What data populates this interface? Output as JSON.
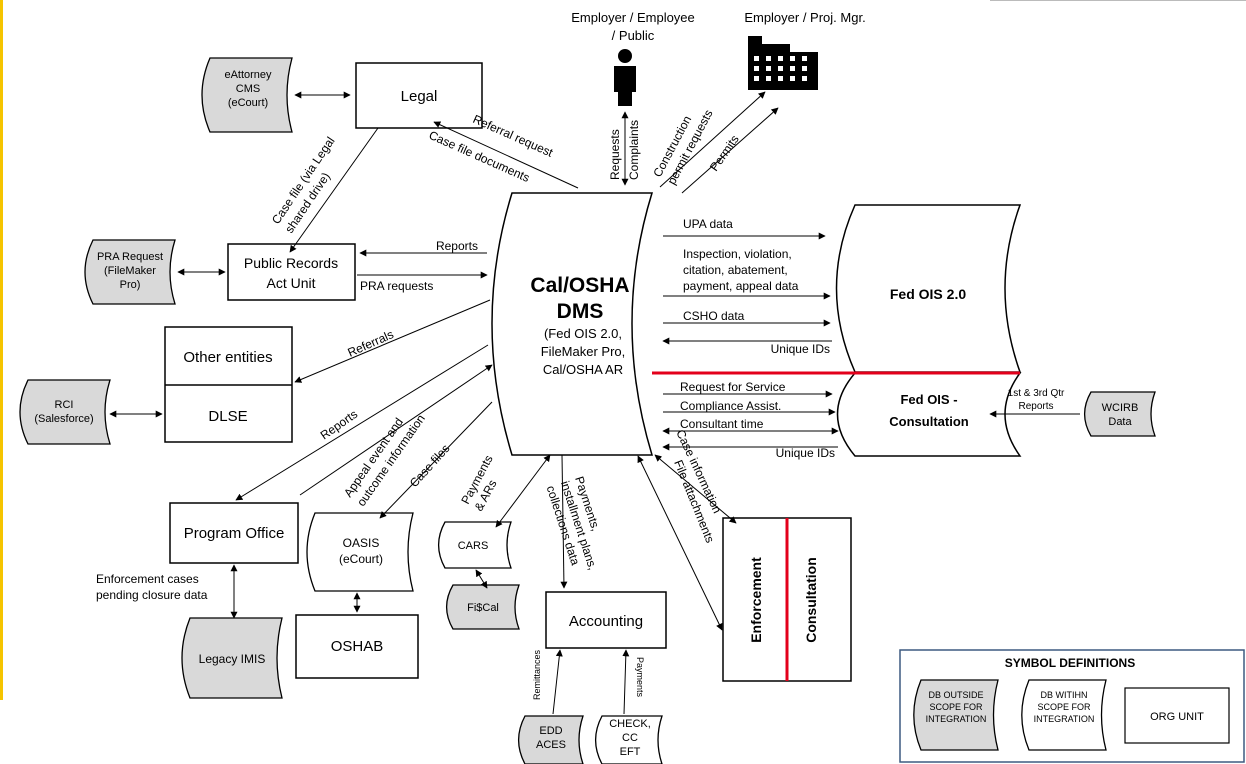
{
  "colors": {
    "outside_db_fill": "#d9d9d9",
    "inside_db_fill": "#ffffff",
    "stroke": "#000000",
    "red_divider": "#e3001b",
    "left_accent": "#f5c400",
    "legend_border": "#3d5a80"
  },
  "icons": {
    "person": "person-icon",
    "building": "building-icon"
  },
  "center": {
    "title_line1": "Cal/OSHA",
    "title_line2": "DMS",
    "sub1": "(Fed OIS 2.0,",
    "sub2": "FileMaker Pro,",
    "sub3": "Cal/OSHA AR"
  },
  "nodes": {
    "legal": "Legal",
    "pra_unit_1": "Public Records",
    "pra_unit_2": "Act Unit",
    "other_entities": "Other entities",
    "dlse": "DLSE",
    "program_office": "Program Office",
    "oshab": "OSHAB",
    "accounting": "Accounting",
    "enforcement": "Enforcement",
    "consultation": "Consultation",
    "fed_ois": "Fed OIS 2.0",
    "fed_ois_consult_1": "Fed OIS -",
    "fed_ois_consult_2": "Consultation",
    "eattorney": [
      "eAttorney",
      "CMS",
      "(eCourt)"
    ],
    "pra_request": [
      "PRA Request",
      "(FileMaker",
      "Pro)"
    ],
    "rci": [
      "RCI",
      "(Salesforce)"
    ],
    "legacy_imis": "Legacy IMIS",
    "oasis": [
      "OASIS",
      "(eCourt)"
    ],
    "cars": "CARS",
    "fiscal": "Fi$Cal",
    "edd": [
      "EDD",
      "ACES"
    ],
    "check": [
      "CHECK,",
      "CC",
      "EFT"
    ],
    "wcirb": [
      "WCIRB",
      "Data"
    ]
  },
  "actors": {
    "employer_public": [
      "Employer / Employee",
      "/ Public"
    ],
    "employer_pm": "Employer / Proj. Mgr."
  },
  "flows": {
    "requests": "Requests",
    "complaints": "Complaints",
    "construction": [
      "Construction",
      "permit requests"
    ],
    "permits": "Permits",
    "referral_request": "Referral request",
    "case_file_documents": "Case file documents",
    "case_file_legal": [
      "Case file (via Legal",
      "shared drive)"
    ],
    "reports_pra": "Reports",
    "pra_requests": "PRA requests",
    "referrals": "Referrals",
    "reports_program": "Reports",
    "appeal_event": [
      "Appeal event and",
      "outcome information"
    ],
    "case_files": "Case files",
    "payments_ars": [
      "Payments",
      "& ARs"
    ],
    "payments_plans": [
      "Payments,",
      "installment plans,",
      "collections data"
    ],
    "file_attachments": "File attachments",
    "case_information": "Case information",
    "upa_data": "UPA data",
    "inspection": [
      "Inspection, violation,",
      "citation, abatement,",
      "payment, appeal data"
    ],
    "csho_data": "CSHO data",
    "unique_ids_1": "Unique IDs",
    "request_service": "Request for Service",
    "compliance_assist": "Compliance Assist.",
    "consultant_time": "Consultant time",
    "unique_ids_2": "Unique IDs",
    "qtr_reports": [
      "1st & 3rd Qtr",
      "Reports"
    ],
    "enforcement_pending": [
      "Enforcement cases",
      "pending closure data"
    ],
    "remittances": "Remittances",
    "payments_small": "Payments"
  },
  "legend": {
    "title": "SYMBOL DEFINITIONS",
    "outside": [
      "DB OUTSIDE",
      "SCOPE FOR",
      "INTEGRATION"
    ],
    "inside": [
      "DB WITIHN",
      "SCOPE FOR",
      "INTEGRATION"
    ],
    "org": "ORG UNIT"
  }
}
